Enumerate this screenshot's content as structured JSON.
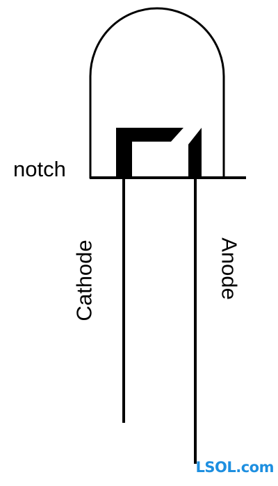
{
  "labels": {
    "notch": "notch",
    "cathode": "Cathode",
    "anode": "Anode"
  },
  "watermark": {
    "text": "LSOL.com",
    "color": "#1e8fe0"
  },
  "colors": {
    "stroke": "#000000",
    "background": "#ffffff"
  }
}
